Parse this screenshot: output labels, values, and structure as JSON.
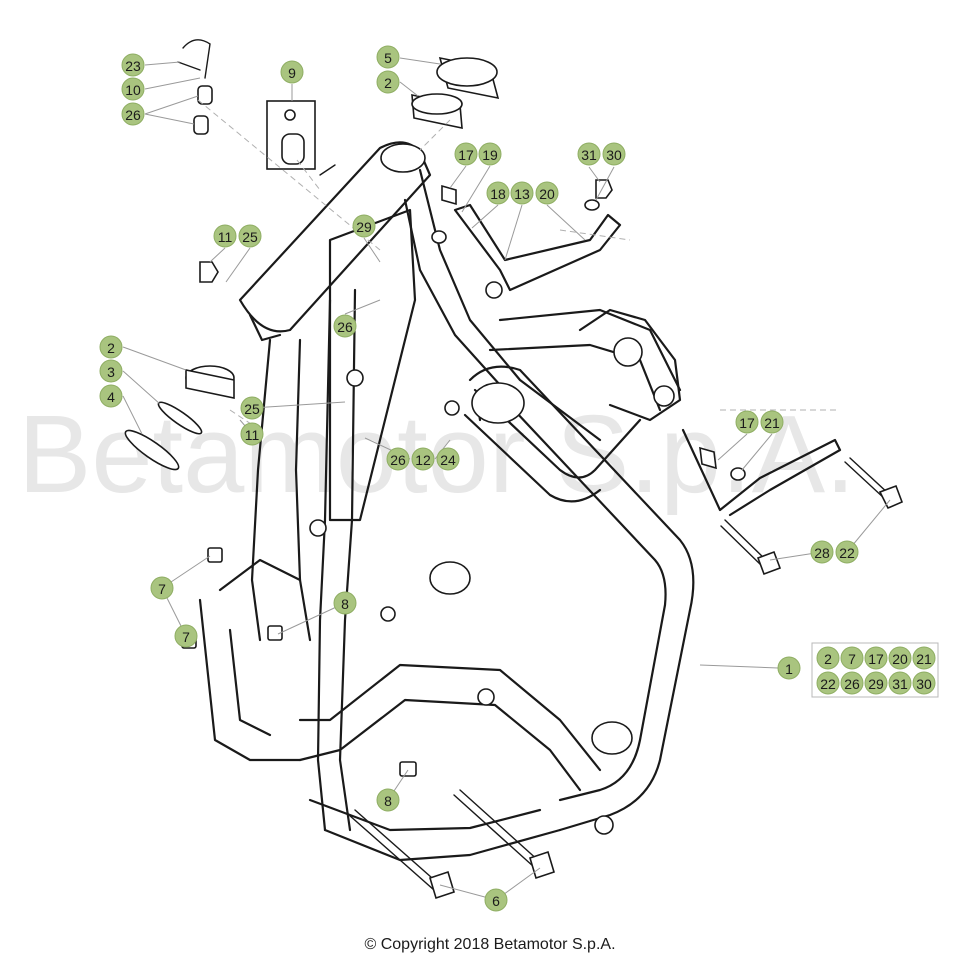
{
  "watermark": "Betamotor S.p.A.",
  "copyright": "© Copyright 2018 Betamotor S.p.A.",
  "accent_color": "#a9c47f",
  "callouts": [
    "23",
    "10",
    "26",
    "9",
    "5",
    "2",
    "17",
    "19",
    "31",
    "30",
    "18",
    "13",
    "20",
    "11",
    "25",
    "29",
    "26",
    "2",
    "3",
    "4",
    "25",
    "11",
    "26",
    "12",
    "24",
    "17",
    "21",
    "28",
    "22",
    "7",
    "8",
    "7",
    "8",
    "6",
    "1"
  ],
  "kit_items": [
    "2",
    "7",
    "17",
    "20",
    "21",
    "22",
    "26",
    "29",
    "31",
    "30"
  ]
}
